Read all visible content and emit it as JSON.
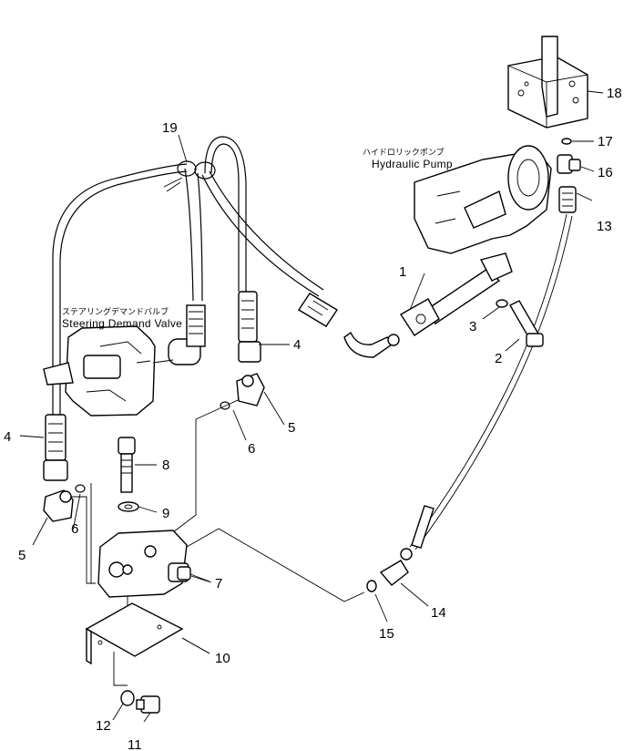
{
  "labels": {
    "steering_valve_jp": "ステアリングデマンドバルブ",
    "steering_valve_en": "Steering Demand Valve",
    "hydraulic_pump_jp": "ハイドロリックポンプ",
    "hydraulic_pump_en": "Hydraulic Pump"
  },
  "callouts": {
    "c1": "1",
    "c2": "2",
    "c3": "3",
    "c4a": "4",
    "c4b": "4",
    "c5a": "5",
    "c5b": "5",
    "c6a": "6",
    "c6b": "6",
    "c7": "7",
    "c8": "8",
    "c9": "9",
    "c10": "10",
    "c11": "11",
    "c12": "12",
    "c13": "13",
    "c14": "14",
    "c15": "15",
    "c16": "16",
    "c17": "17",
    "c18": "18",
    "c19": "19"
  }
}
